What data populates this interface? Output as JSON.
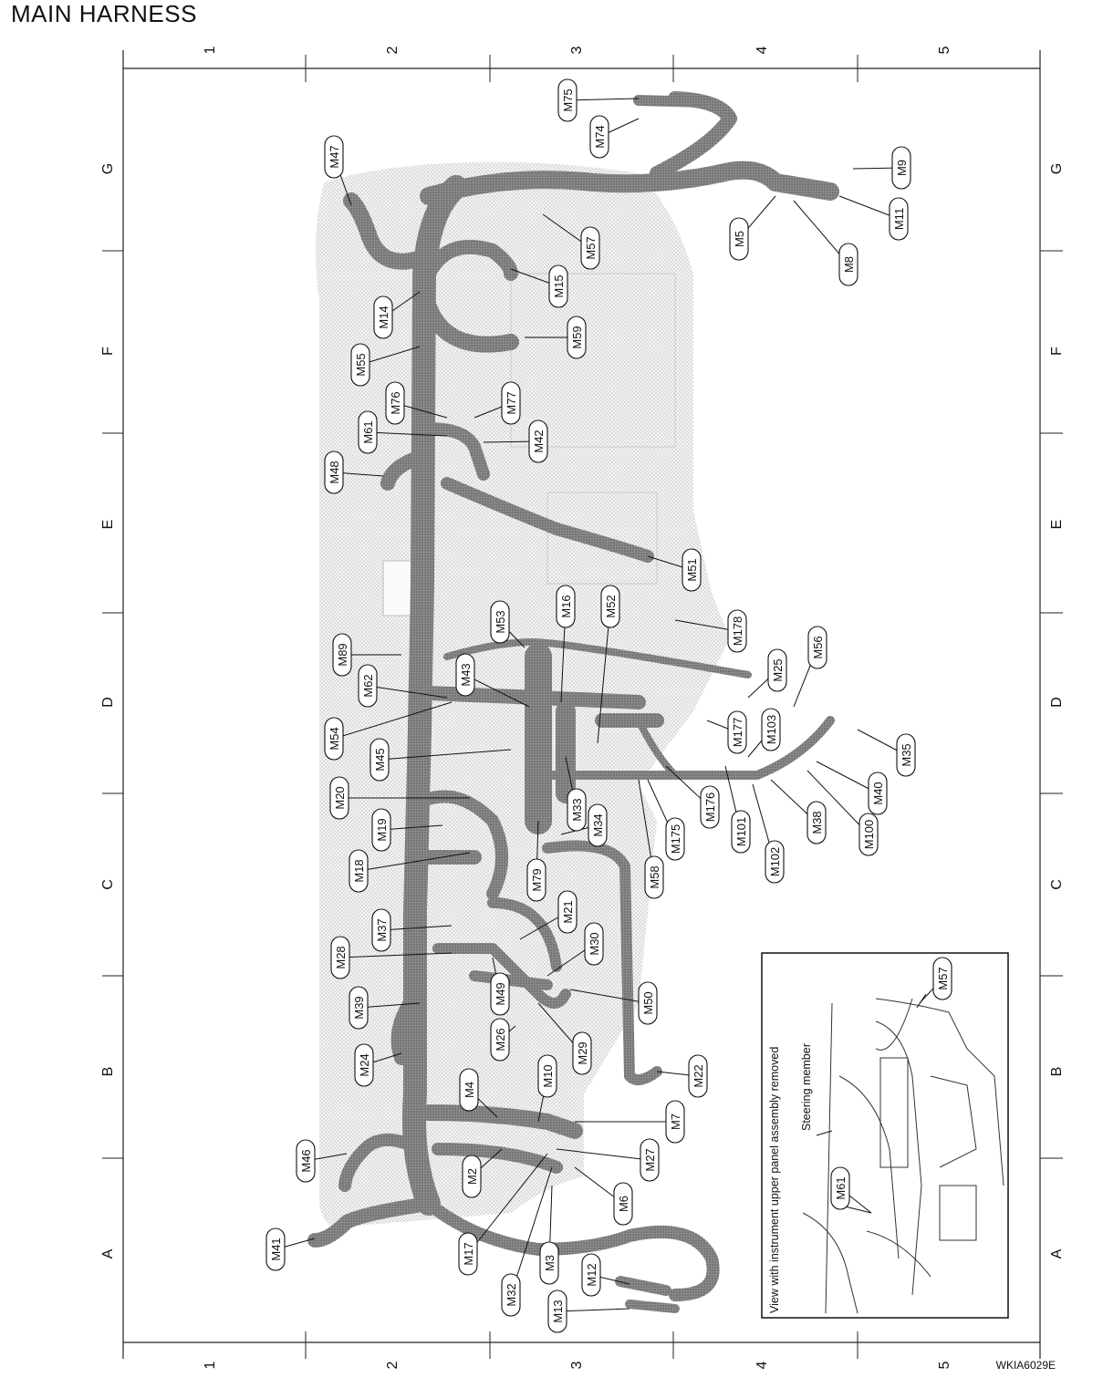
{
  "title": "MAIN HARNESS",
  "reference_code": "WKIA6029E",
  "grid": {
    "columns": [
      "1",
      "2",
      "3",
      "4",
      "5"
    ],
    "rows": [
      "G",
      "F",
      "E",
      "D",
      "C",
      "B",
      "A"
    ]
  },
  "connectors": [
    "M75",
    "M74",
    "M9",
    "M11",
    "M8",
    "M5",
    "M57",
    "M47",
    "M15",
    "M14",
    "M59",
    "M55",
    "M76",
    "M77",
    "M61",
    "M42",
    "M48",
    "M51",
    "M16",
    "M52",
    "M53",
    "M178",
    "M89",
    "M43",
    "M62",
    "M25",
    "M56",
    "M54",
    "M177",
    "M103",
    "M45",
    "M35",
    "M33",
    "M20",
    "M176",
    "M101",
    "M40",
    "M38",
    "M100",
    "M34",
    "M175",
    "M19",
    "M58",
    "M102",
    "M18",
    "M79",
    "M21",
    "M37",
    "M30",
    "M28",
    "M49",
    "M50",
    "M39",
    "M26",
    "M29",
    "M24",
    "M22",
    "M4",
    "M10",
    "M7",
    "M46",
    "M27",
    "M2",
    "M6",
    "M17",
    "M3",
    "M41",
    "M12",
    "M32",
    "M13"
  ],
  "inset": {
    "caption": "View with instrument upper panel assembly removed",
    "label_steering": "Steering member",
    "connectors": [
      "M57",
      "M61"
    ]
  }
}
